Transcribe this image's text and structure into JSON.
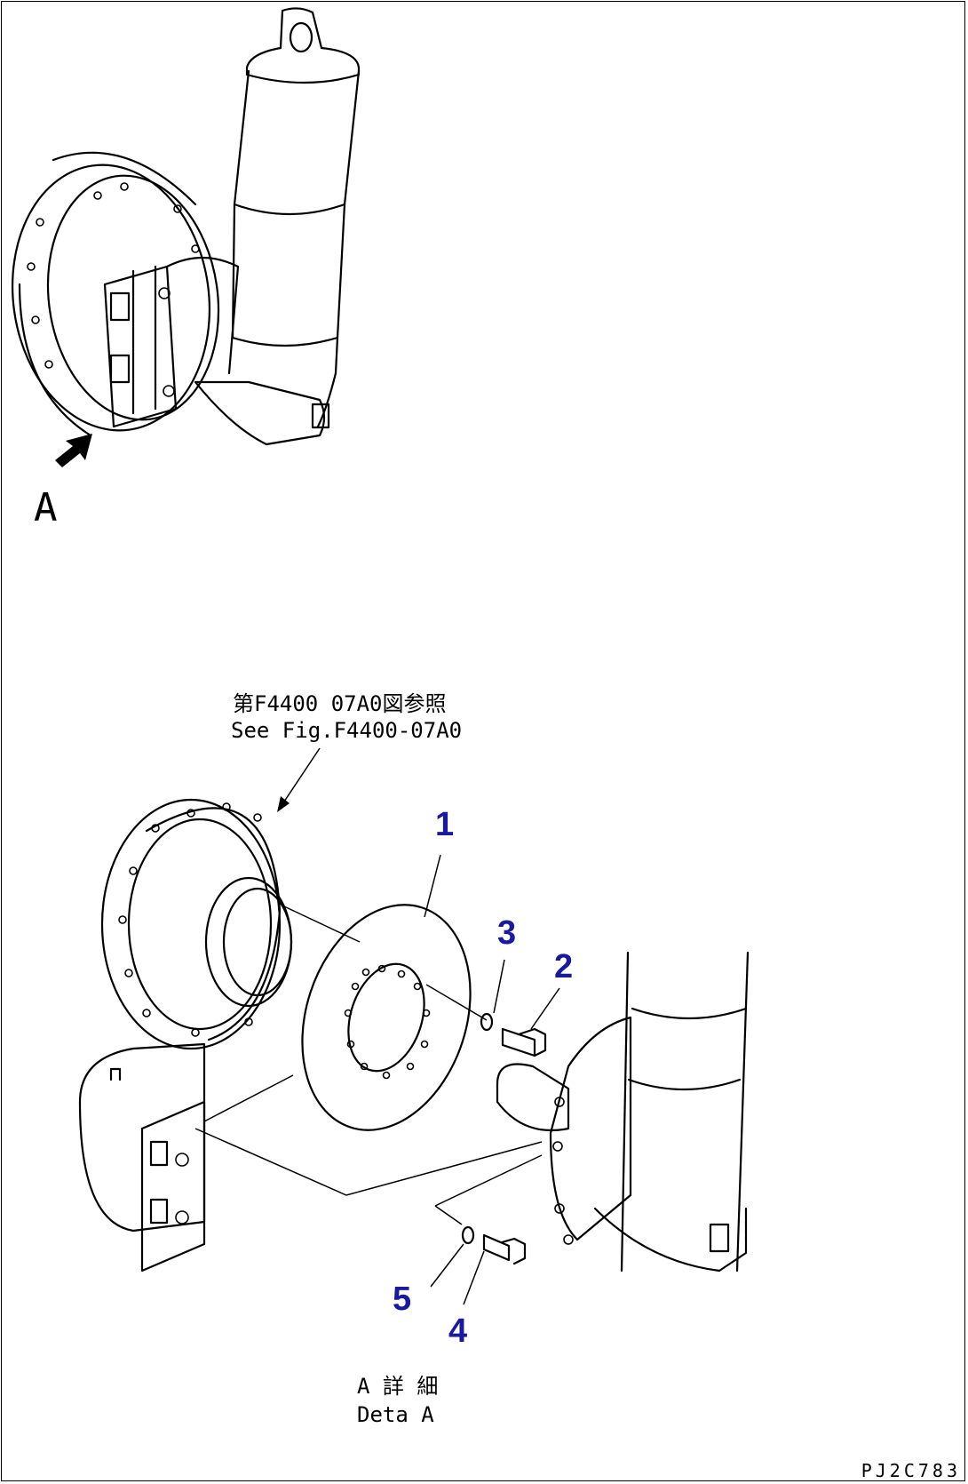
{
  "labels": {
    "view_letter": "A",
    "ref_jp": "第F4400 07A0図参照",
    "ref_en": "See Fig.F4400-07A0",
    "detail_jp": "A 詳 細",
    "detail_en": "Deta  A",
    "drawing_code": "PJ2C783"
  },
  "parts": [
    {
      "num": "1",
      "color": "#1a1aa0"
    },
    {
      "num": "2",
      "color": "#1a1aa0"
    },
    {
      "num": "3",
      "color": "#1a1aa0"
    },
    {
      "num": "4",
      "color": "#1a1aa0"
    },
    {
      "num": "5",
      "color": "#1a1aa0"
    }
  ]
}
